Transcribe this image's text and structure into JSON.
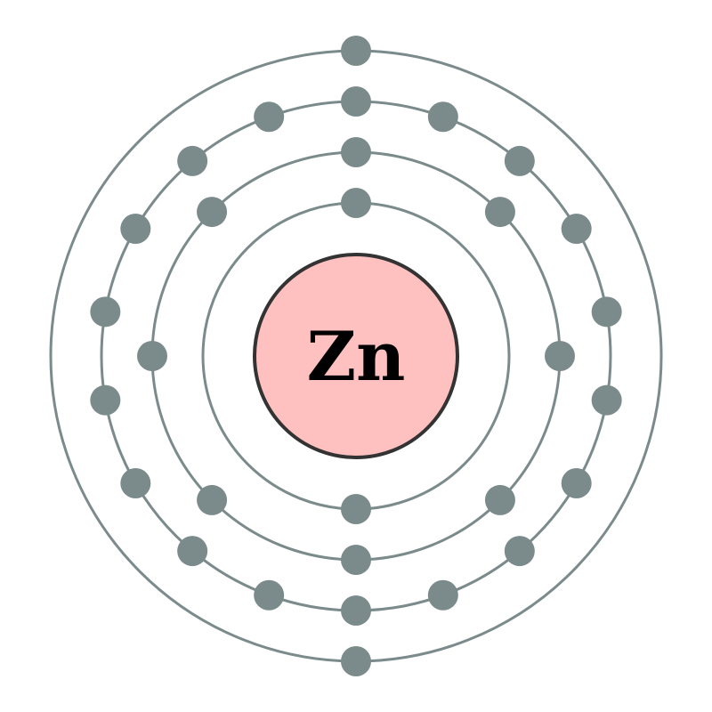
{
  "element": {
    "symbol": "Zn"
  },
  "shells": [
    {
      "shell": 1,
      "electrons": 2
    },
    {
      "shell": 2,
      "electrons": 8
    },
    {
      "shell": 3,
      "electrons": 18
    },
    {
      "shell": 4,
      "electrons": 2
    }
  ],
  "colors": {
    "nucleus_fill": "#ffc0c0",
    "nucleus_stroke": "#333333",
    "orbit": "#7b8a8b",
    "electron": "#7b8a8b",
    "label": "#000000"
  }
}
